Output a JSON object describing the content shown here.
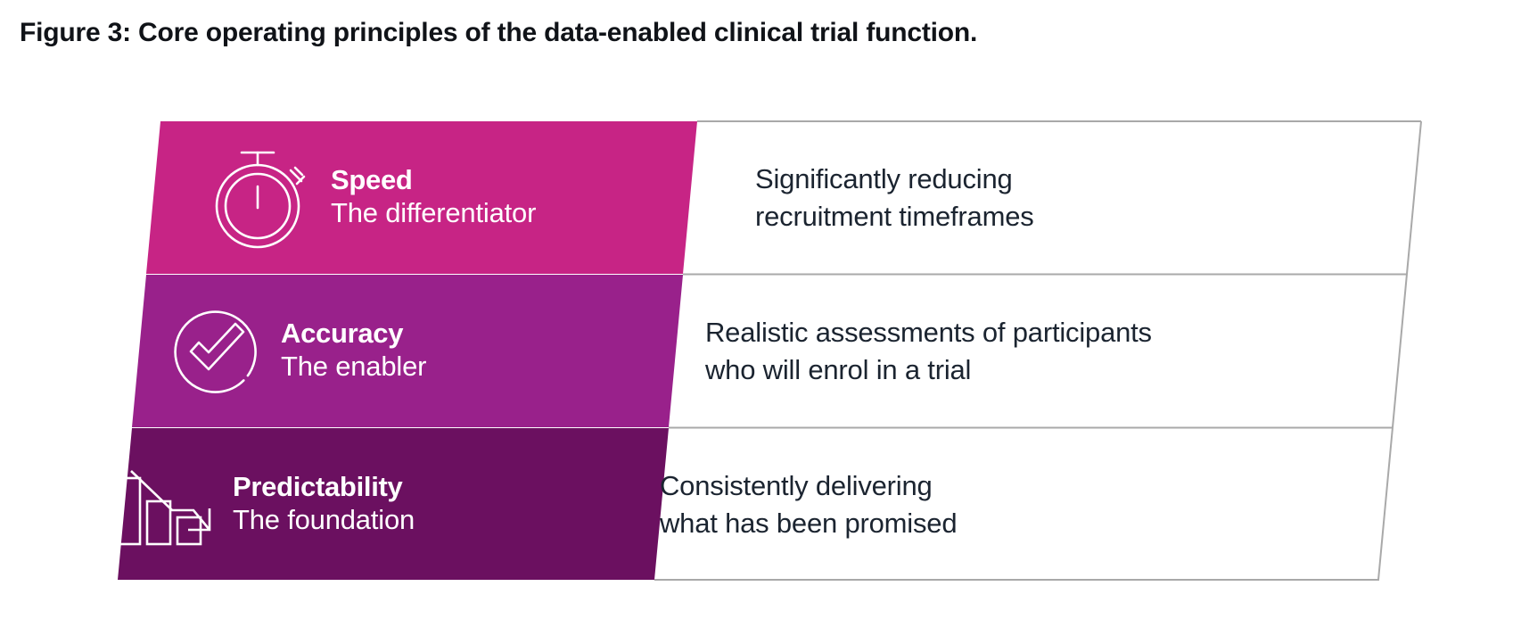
{
  "figure": {
    "title": "Figure 3: Core operating principles of the data-enabled clinical trial function."
  },
  "colors": {
    "band_speed": "#C72485",
    "band_accuracy": "#99218B",
    "band_predictability": "#6B1060",
    "panel_background": "#FFFFFF",
    "outline": "#A9A9A9",
    "heading_text": "#FFFFFF",
    "description_text": "#1B2430",
    "title_text": "#101318"
  },
  "bands": [
    {
      "id": "speed",
      "icon": "stopwatch-icon",
      "title": "Speed",
      "subtitle": "The differentiator",
      "description_lines": [
        "Significantly reducing",
        "recruitment timeframes"
      ]
    },
    {
      "id": "accuracy",
      "icon": "check-circle-icon",
      "title": "Accuracy",
      "subtitle": "The enabler",
      "description_lines": [
        "Realistic assessments of participants",
        "who will enrol in a trial"
      ]
    },
    {
      "id": "predictability",
      "icon": "declining-bar-chart-icon",
      "title": "Predictability",
      "subtitle": "The foundation",
      "description_lines": [
        "Consistently delivering",
        "what has been promised"
      ]
    }
  ]
}
